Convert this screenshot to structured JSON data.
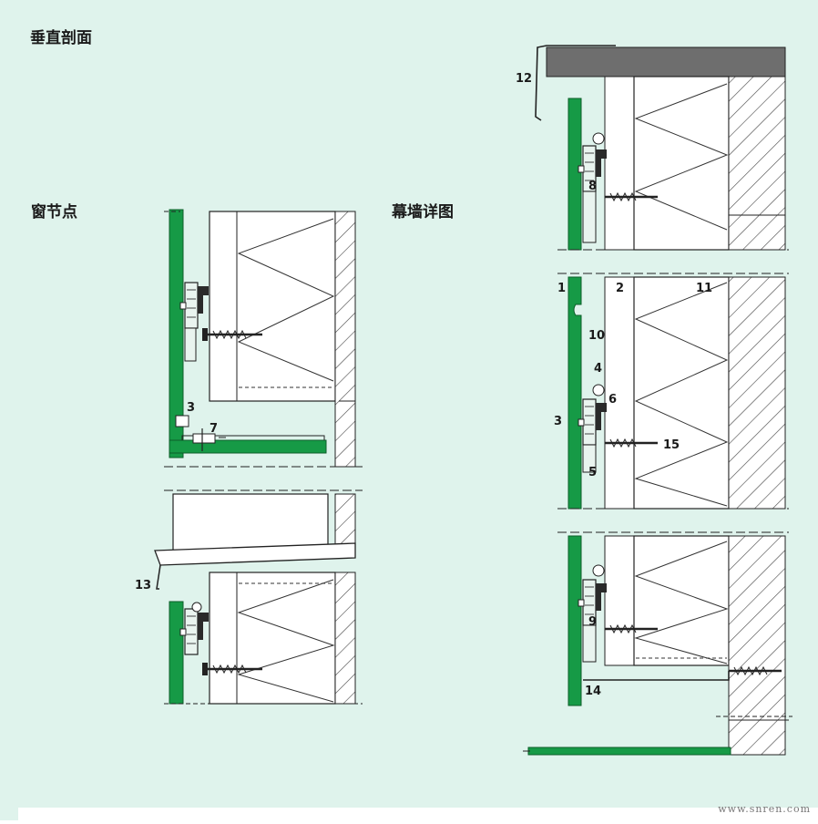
{
  "titles": {
    "main": "垂直剖面",
    "window_node": "窗节点",
    "curtain_detail": "幕墙详图"
  },
  "callouts": {
    "w3": "3",
    "w7": "7",
    "w13": "13",
    "n12": "12",
    "n8": "8",
    "n1": "1",
    "n2": "2",
    "n11": "11",
    "n10": "10",
    "n4": "4",
    "n6": "6",
    "n3": "3",
    "n15": "15",
    "n5": "5",
    "n9": "9",
    "n14": "14"
  },
  "watermark": "www.snren.com",
  "colors": {
    "paper": "#dff3ec",
    "panel_green": "#169a46",
    "line": "#2a2a2a",
    "slab_grey": "#6e6e6e",
    "hatch": "#444444"
  }
}
